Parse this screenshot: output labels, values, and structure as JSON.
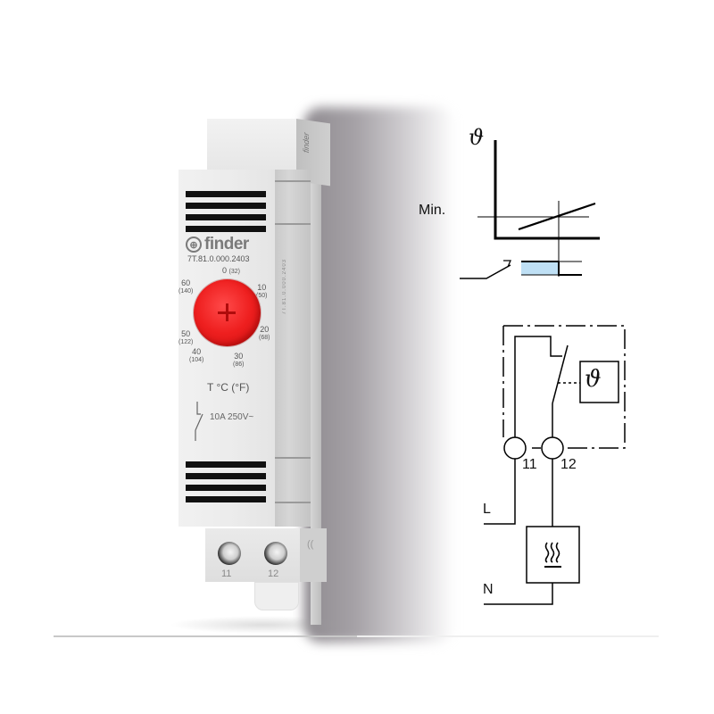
{
  "product": {
    "brand": "finder",
    "brand_side_print": "finder",
    "model_code": "7T.81.0.000.2403",
    "dial": {
      "color": "#ee1f1f",
      "scale_celsius": [
        "0",
        "10",
        "20",
        "30",
        "40",
        "50",
        "60"
      ],
      "scale_fahrenheit": [
        "(32)",
        "(50)",
        "(68)",
        "(86)",
        "(104)",
        "(122)",
        "(140)"
      ]
    },
    "temperature_label": "T °C (°F)",
    "rating": "10A 250V~",
    "terminals": [
      "11",
      "12"
    ]
  },
  "characteristic_diagram": {
    "y_symbol": "ϑ",
    "threshold_label": "Min.",
    "band_color": "#bfe0f5"
  },
  "wiring_diagram": {
    "sensor_symbol": "ϑ",
    "terminal_left": "11",
    "terminal_right": "12",
    "line_label": "L",
    "neutral_label": "N",
    "load_icon": "heater-icon"
  }
}
